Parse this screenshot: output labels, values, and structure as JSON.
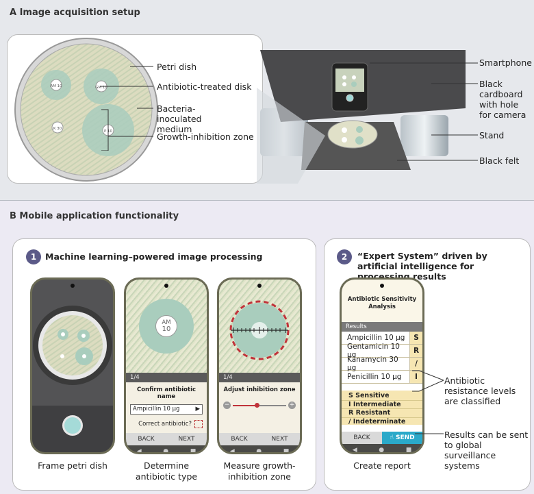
{
  "panelA": {
    "heading": "A   Image acquisition setup",
    "callouts_left": [
      "Petri dish",
      "Antibiotic-treated disk",
      "Bacteria-inoculated medium",
      "Growth-inhibition zone"
    ],
    "callouts_right": [
      "Smartphone",
      "Black cardboard with hole for camera",
      "Stand",
      "Black felt"
    ],
    "disk_labels": [
      "AM 10",
      "GM 10",
      "K 30",
      "P 10"
    ]
  },
  "panelB": {
    "heading": "B   Mobile application functionality",
    "step1": {
      "num": "1",
      "title": "Machine learning–powered image processing"
    },
    "step2": {
      "num": "2",
      "title": "“Expert System” driven by artificial intelligence for processing results"
    },
    "phone2": {
      "disk_top": "AM",
      "disk_bottom": "10",
      "counter": "1/4",
      "prompt": "Confirm antibiotic name",
      "select_value": "Ampicillin 10 μg",
      "select_arrow": "▶",
      "check_label": "Correct antibiotic?",
      "back": "BACK",
      "next": "NEXT"
    },
    "phone3": {
      "counter": "1/4",
      "prompt": "Adjust inhibition zone",
      "minus": "−",
      "plus": "+",
      "back": "BACK",
      "next": "NEXT"
    },
    "phone4": {
      "title": "Antibiotic Sensitivity Analysis",
      "results_header": "Results",
      "rows": [
        {
          "name": "Ampicillin 10 μg",
          "level": "S"
        },
        {
          "name": "Gentamicin 10 μg",
          "level": "R"
        },
        {
          "name": "Kanamycin 30 μg",
          "level": "/"
        },
        {
          "name": "Penicillin 10 μg",
          "level": "I"
        }
      ],
      "legend": [
        "S  Sensitive",
        "I   Intermediate",
        "R  Resistant",
        "/   Indeterminate"
      ],
      "back": "BACK",
      "send": "SEND"
    },
    "nav_icons": [
      "◀",
      "●",
      "■"
    ],
    "captions": [
      "Frame petri dish",
      "Determine antibiotic type",
      "Measure growth-inhibition zone",
      "Create report"
    ],
    "callout_levels": "Antibiotic resistance levels are classified",
    "callout_send": "Results can be sent to global surveillance systems"
  },
  "colors": {
    "accent": "#5b5a88",
    "send": "#2aa9c9",
    "inhibition_zone": "#cfe0cf",
    "dashed_ring": "#c0333a"
  }
}
